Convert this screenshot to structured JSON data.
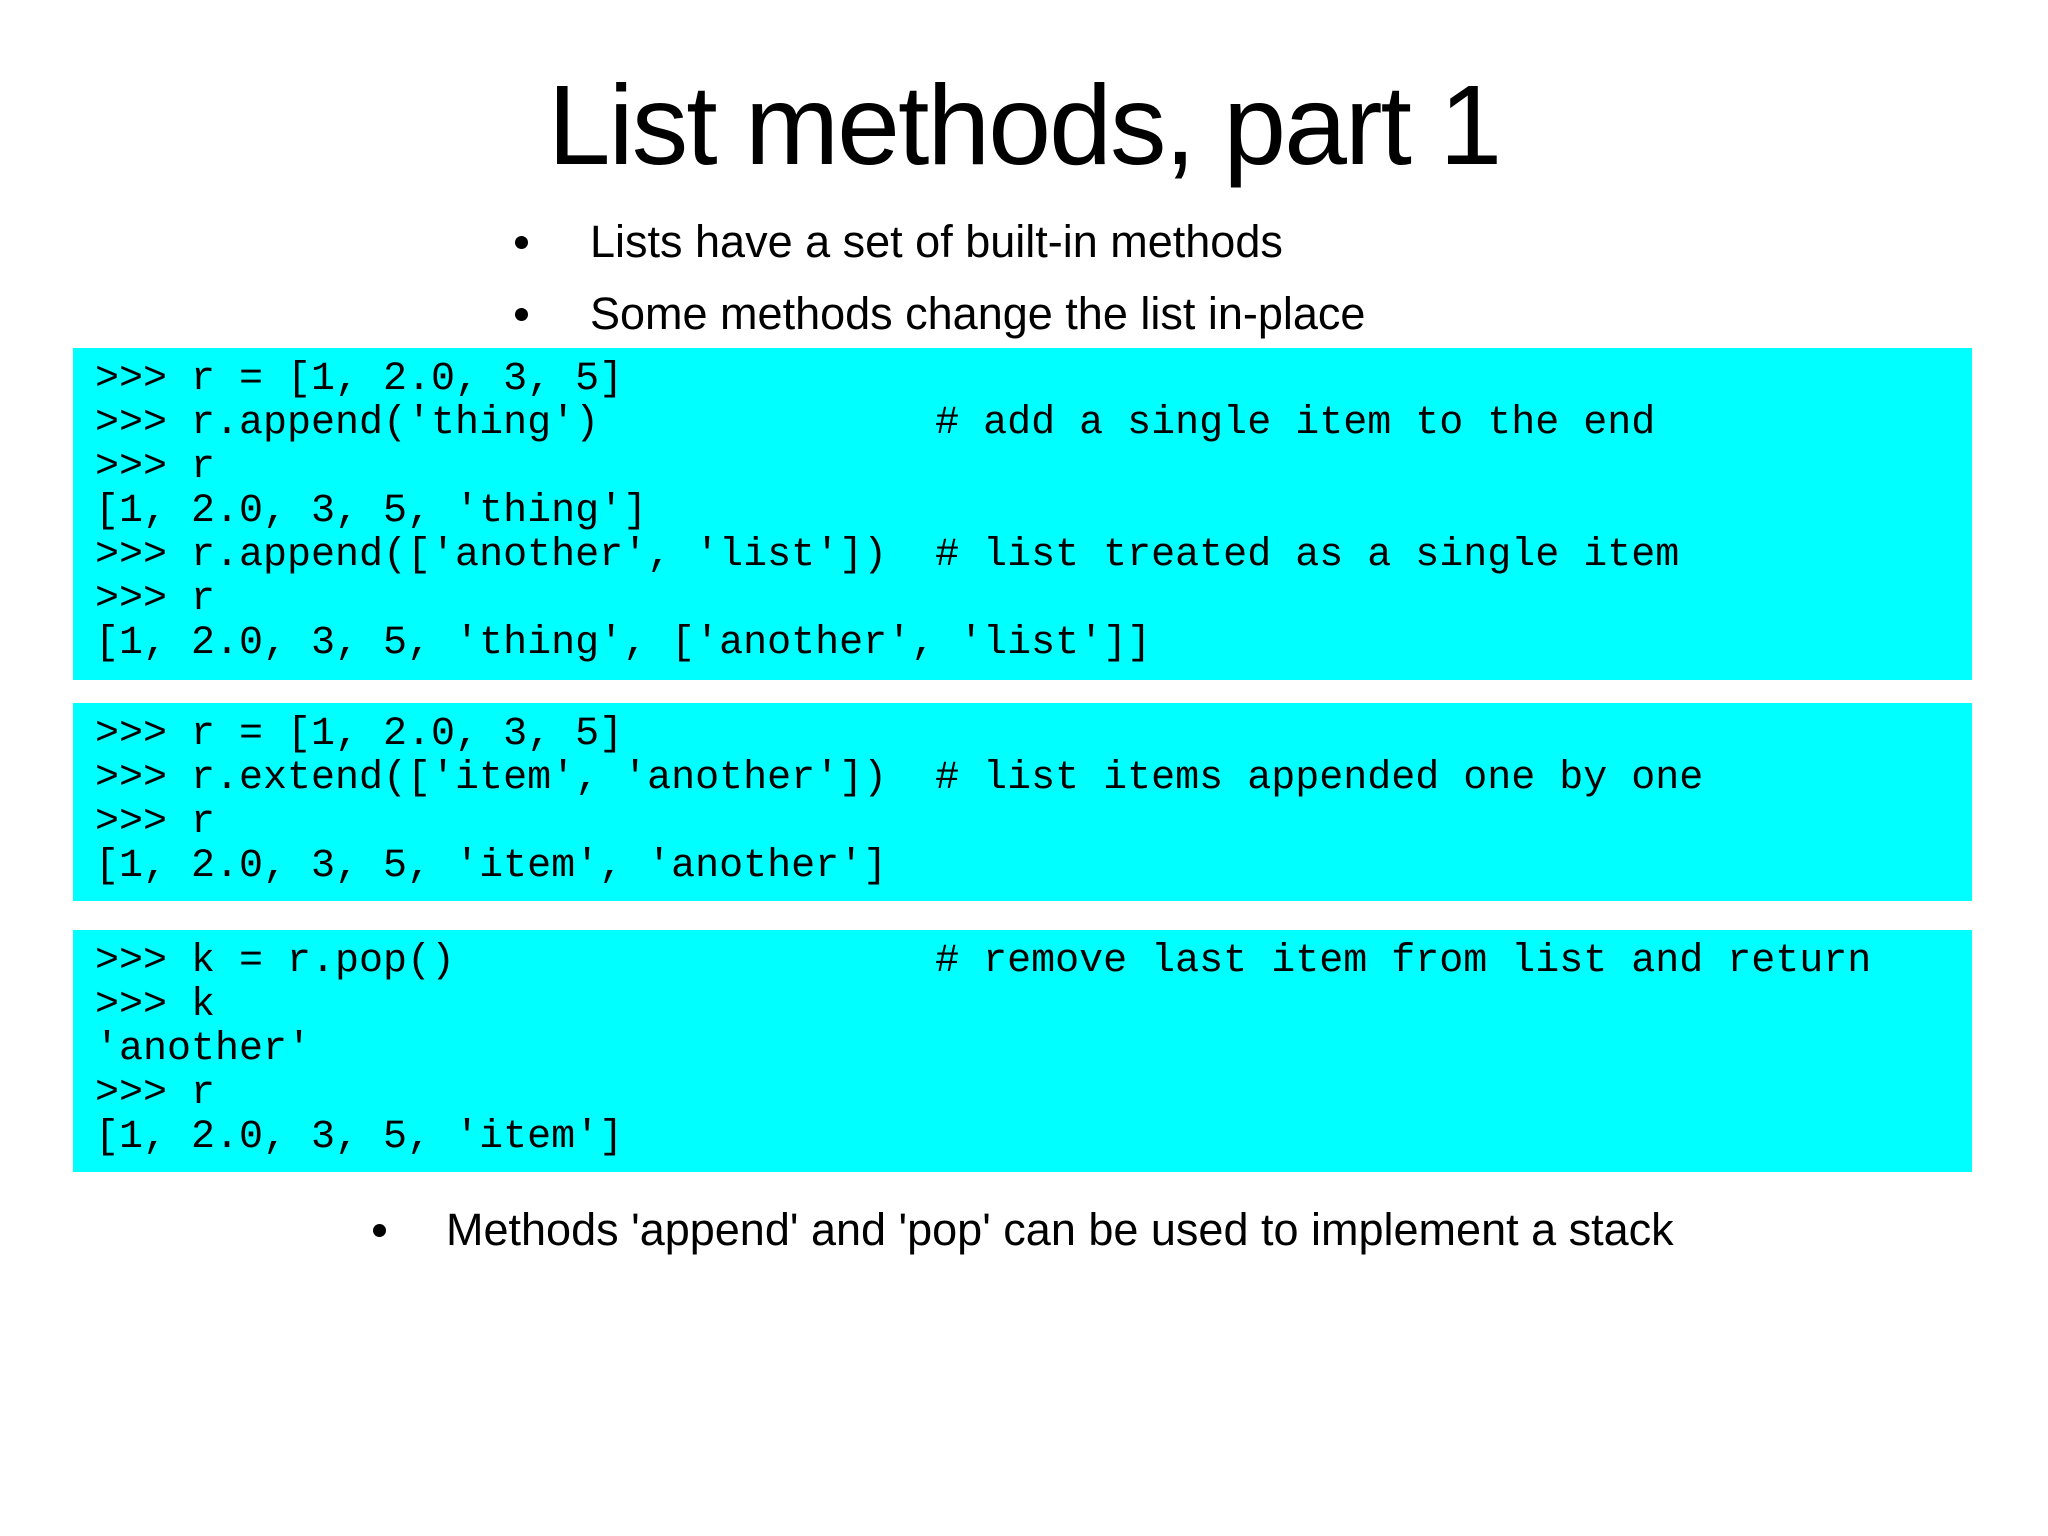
{
  "slide": {
    "title": "List methods, part 1",
    "intro_bullets": [
      {
        "label": "Lists have a set of built-in methods"
      },
      {
        "label": "Some methods change the list in-place"
      }
    ],
    "code_block_bg": "#00FFFF",
    "code_text_color": "#000000",
    "code_blocks": [
      {
        "lines": [
          ">>> r = [1, 2.0, 3, 5]",
          ">>> r.append('thing')              # add a single item to the end",
          ">>> r",
          "[1, 2.0, 3, 5, 'thing']",
          ">>> r.append(['another', 'list'])  # list treated as a single item",
          ">>> r",
          "[1, 2.0, 3, 5, 'thing', ['another', 'list']]"
        ]
      },
      {
        "lines": [
          ">>> r = [1, 2.0, 3, 5]",
          ">>> r.extend(['item', 'another'])  # list items appended one by one",
          ">>> r",
          "[1, 2.0, 3, 5, 'item', 'another']"
        ]
      },
      {
        "lines": [
          ">>> k = r.pop()                    # remove last item from list and return",
          ">>> k",
          "'another'",
          ">>> r",
          "[1, 2.0, 3, 5, 'item']"
        ]
      }
    ],
    "closing_bullet": {
      "label": "Methods 'append' and 'pop' can be used to implement a stack"
    }
  }
}
